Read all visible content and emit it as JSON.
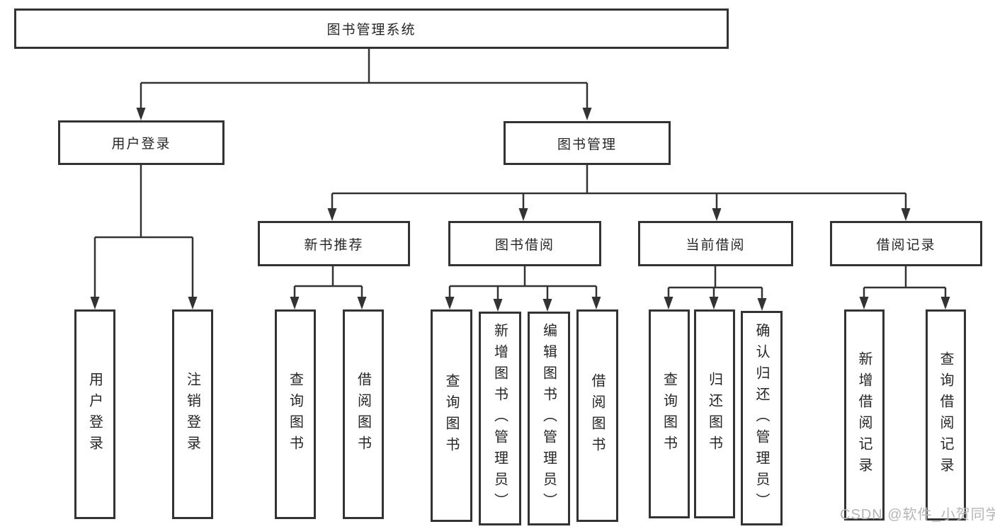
{
  "tree": {
    "root": "图书管理系统",
    "children": [
      {
        "label": "用户登录",
        "children": [
          {
            "label": "用户登录"
          },
          {
            "label": "注销登录"
          }
        ]
      },
      {
        "label": "图书管理",
        "children": [
          {
            "label": "新书推荐",
            "children": [
              {
                "label": "查询图书"
              },
              {
                "label": "借阅图书"
              }
            ]
          },
          {
            "label": "图书借阅",
            "children": [
              {
                "label": "查询图书"
              },
              {
                "label": "新增图书（管理员）"
              },
              {
                "label": "编辑图书（管理员）"
              },
              {
                "label": "借阅图书"
              }
            ]
          },
          {
            "label": "当前借阅",
            "children": [
              {
                "label": "查询图书"
              },
              {
                "label": "归还图书"
              },
              {
                "label": "确认归还（管理员）"
              }
            ]
          },
          {
            "label": "借阅记录",
            "children": [
              {
                "label": "新增借阅记录"
              },
              {
                "label": "查询借阅记录"
              }
            ]
          }
        ]
      }
    ]
  },
  "watermark": "CSDN @软件_小贺同学",
  "colors": {
    "line": "#333333",
    "box_border": "#333333",
    "box_fill": "#ffffff",
    "text": "#262626",
    "watermark": "#b5b5b5",
    "background": "#ffffff"
  }
}
